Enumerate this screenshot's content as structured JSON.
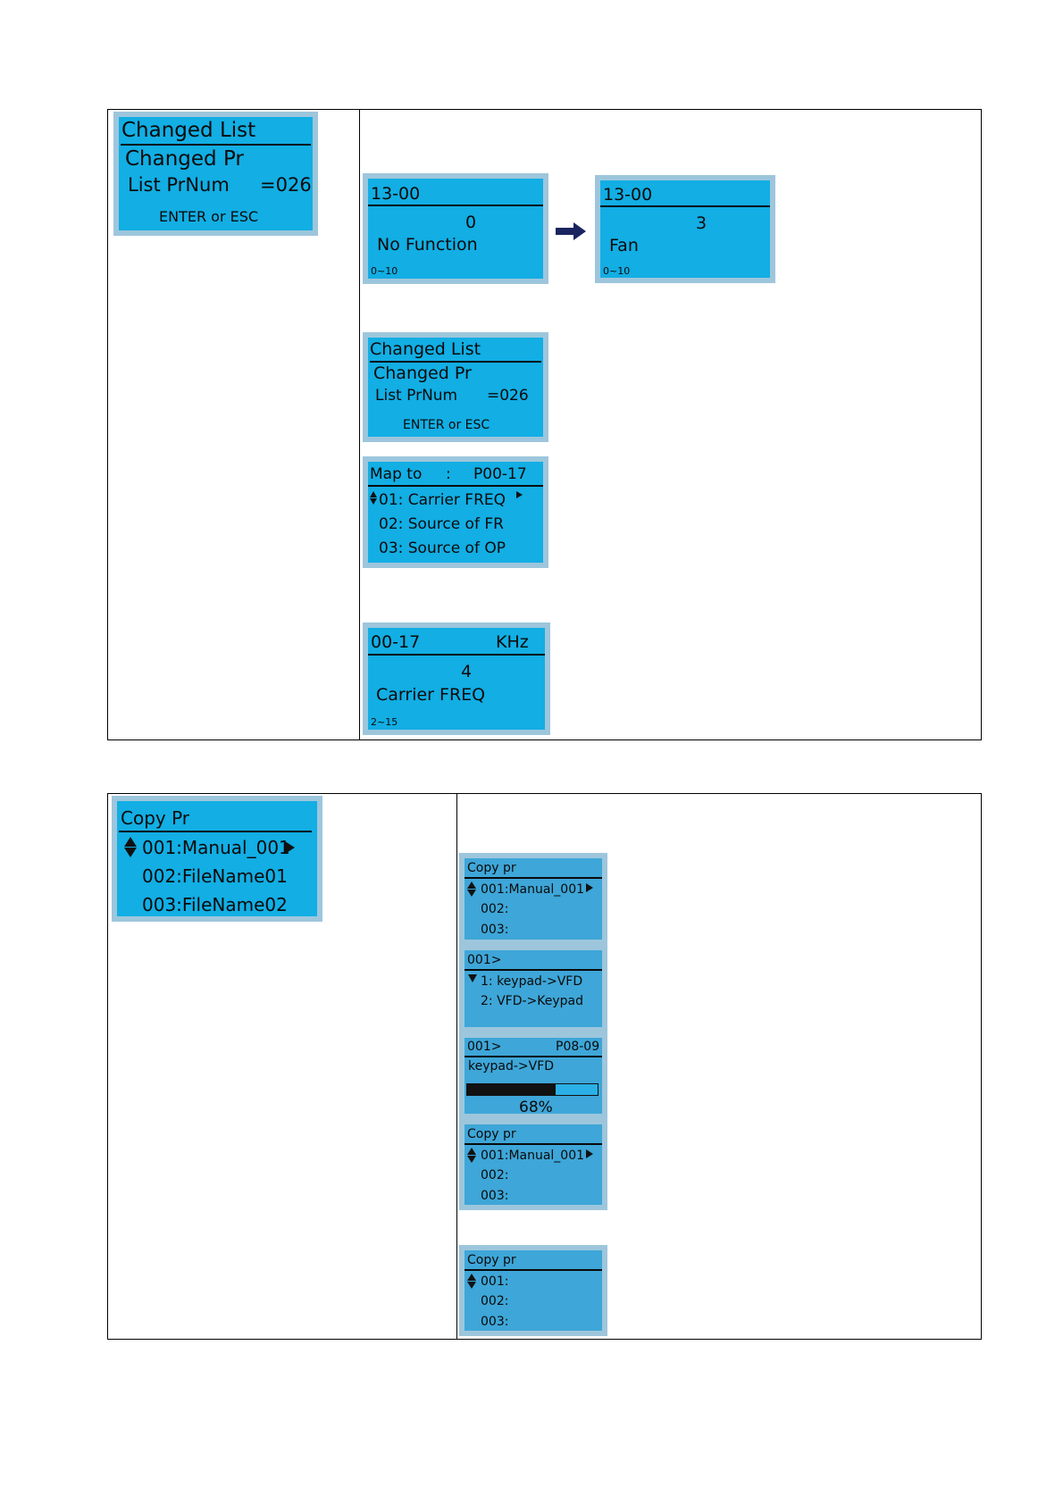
{
  "section1": {
    "left_lcd": {
      "title": "Changed List",
      "line1": "Changed Pr",
      "line2_label": "List PrNum",
      "line2_value": "=026",
      "footer": "ENTER or ESC"
    },
    "lcd_a": {
      "param": "13-00",
      "value": "0",
      "name": "No Function",
      "range": "0~10"
    },
    "lcd_b": {
      "param": "13-00",
      "value": "3",
      "name": "Fan",
      "range": "0~10"
    },
    "lcd_c": {
      "title": "Changed List",
      "line1": "Changed Pr",
      "line2_label": "List PrNum",
      "line2_value": "=026",
      "footer": "ENTER or ESC"
    },
    "lcd_d": {
      "header_label": "Map to",
      "header_sep": ":",
      "header_value": "P00-17",
      "items": [
        "01: Carrier FREQ",
        "02: Source of FR",
        "03: Source of OP"
      ]
    },
    "lcd_e": {
      "param": "00-17",
      "unit": "KHz",
      "value": "4",
      "name": "Carrier FREQ",
      "range": "2~15"
    }
  },
  "section2": {
    "left_lcd": {
      "title": "Copy Pr",
      "items": [
        "001:Manual_001",
        "002:FileName01",
        "003:FileName02"
      ]
    },
    "lcd_f": {
      "title": "Copy pr",
      "items": [
        "001:Manual_001",
        "002:",
        "003:"
      ]
    },
    "lcd_g": {
      "title": "001>",
      "items": [
        "1: keypad->VFD",
        "2: VFD->Keypad"
      ]
    },
    "lcd_h": {
      "title": "001>",
      "param": "P08-09",
      "line1": "keypad->VFD",
      "progress_percent": 68,
      "progress_label": "68%"
    },
    "lcd_i": {
      "title": "Copy pr",
      "items": [
        "001:Manual_001",
        "002:",
        "003:"
      ]
    },
    "lcd_j": {
      "title": "Copy pr",
      "items": [
        "001:",
        "002:",
        "003:"
      ]
    }
  },
  "colors": {
    "lcd_screen": "#12aee4",
    "lcd_bezel": "#9dc6dc",
    "arrow": "#1a2560"
  },
  "icons": [
    "up-down-arrow-icon",
    "right-arrow-icon",
    "next-step-arrow-icon"
  ]
}
